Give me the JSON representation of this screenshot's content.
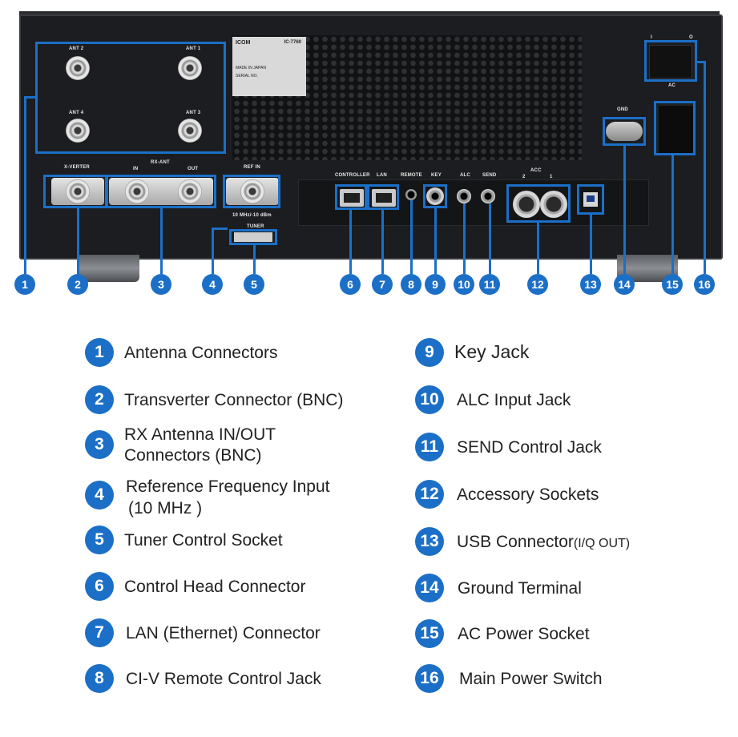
{
  "panel_labels": {
    "ant2": "ANT 2",
    "ant1": "ANT 1",
    "ant4": "ANT 4",
    "ant3": "ANT 3",
    "xverter": "X-VERTER",
    "rx_ant": "RX-ANT",
    "rx_in": "IN",
    "rx_out": "OUT",
    "ref_in": "REF IN",
    "ref_spec": "10 MHz/-10 dBm",
    "tuner": "TUNER",
    "controller": "CONTROLLER",
    "lan": "LAN",
    "remote": "REMOTE",
    "key": "KEY",
    "alc": "ALC",
    "send": "SEND",
    "acc": "ACC",
    "acc2": "2",
    "acc1": "1",
    "gnd": "GND",
    "ac": "AC",
    "switch_on": "I",
    "switch_off": "O",
    "brand": "ICOM",
    "model": "IC-7760",
    "made_in": "MADE IN JAPAN",
    "serial": "SERIAL NO."
  },
  "callouts": [
    "1",
    "2",
    "3",
    "4",
    "5",
    "6",
    "7",
    "8",
    "9",
    "10",
    "11",
    "12",
    "13",
    "14",
    "15",
    "16"
  ],
  "legend_left": [
    {
      "num": "1",
      "text": "Antenna Connectors"
    },
    {
      "num": "2",
      "text": "Transverter Connector (BNC)"
    },
    {
      "num": "3",
      "text": "RX Antenna IN/OUT",
      "text2": "Connectors (BNC)"
    },
    {
      "num": "4",
      "text": "Reference Frequency Input",
      "text2": "(10 MHz )"
    },
    {
      "num": "5",
      "text": "Tuner Control Socket"
    },
    {
      "num": "6",
      "text": "Control Head Connector"
    },
    {
      "num": "7",
      "text": "LAN (Ethernet) Connector"
    },
    {
      "num": "8",
      "text": "CI-V Remote Control Jack"
    }
  ],
  "legend_right": [
    {
      "num": "9",
      "text": "Key Jack"
    },
    {
      "num": "10",
      "text": "ALC Input Jack"
    },
    {
      "num": "11",
      "text": "SEND Control Jack"
    },
    {
      "num": "12",
      "text": "Accessory Sockets"
    },
    {
      "num": "13",
      "text": "USB Connector",
      "text_small": "(I/Q OUT)"
    },
    {
      "num": "14",
      "text": "Ground Terminal"
    },
    {
      "num": "15",
      "text": "AC Power Socket"
    },
    {
      "num": "16",
      "text": "Main Power Switch"
    }
  ],
  "colors": {
    "accent": "#1c6fc7",
    "panel": "#1b1d20",
    "text": "#222222"
  }
}
